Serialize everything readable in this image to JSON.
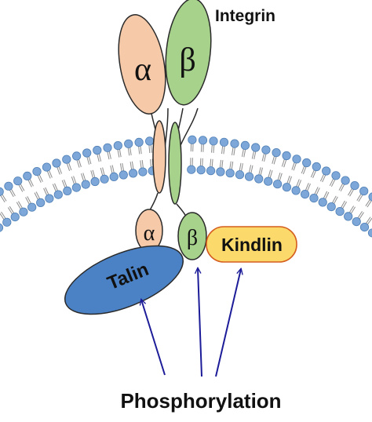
{
  "title": "Integrin",
  "subunits": {
    "alpha": {
      "symbol": "α",
      "fill": "#f6c9a9"
    },
    "beta": {
      "symbol": "β",
      "fill": "#a6d28b"
    }
  },
  "proteins": {
    "talin": {
      "label": "Talin",
      "fill": "#4b82c6"
    },
    "kindlin": {
      "label": "Kindlin",
      "fill": "#fbd96a",
      "stroke": "#d55e1f"
    }
  },
  "process_label": "Phosphorylation",
  "colors": {
    "membrane_head": "#7da7d8",
    "membrane_head_stroke": "#4f7fb5",
    "membrane_tail": "#8c8c8c",
    "arrow": "#1c1c99",
    "outline": "#2a2a2a"
  }
}
